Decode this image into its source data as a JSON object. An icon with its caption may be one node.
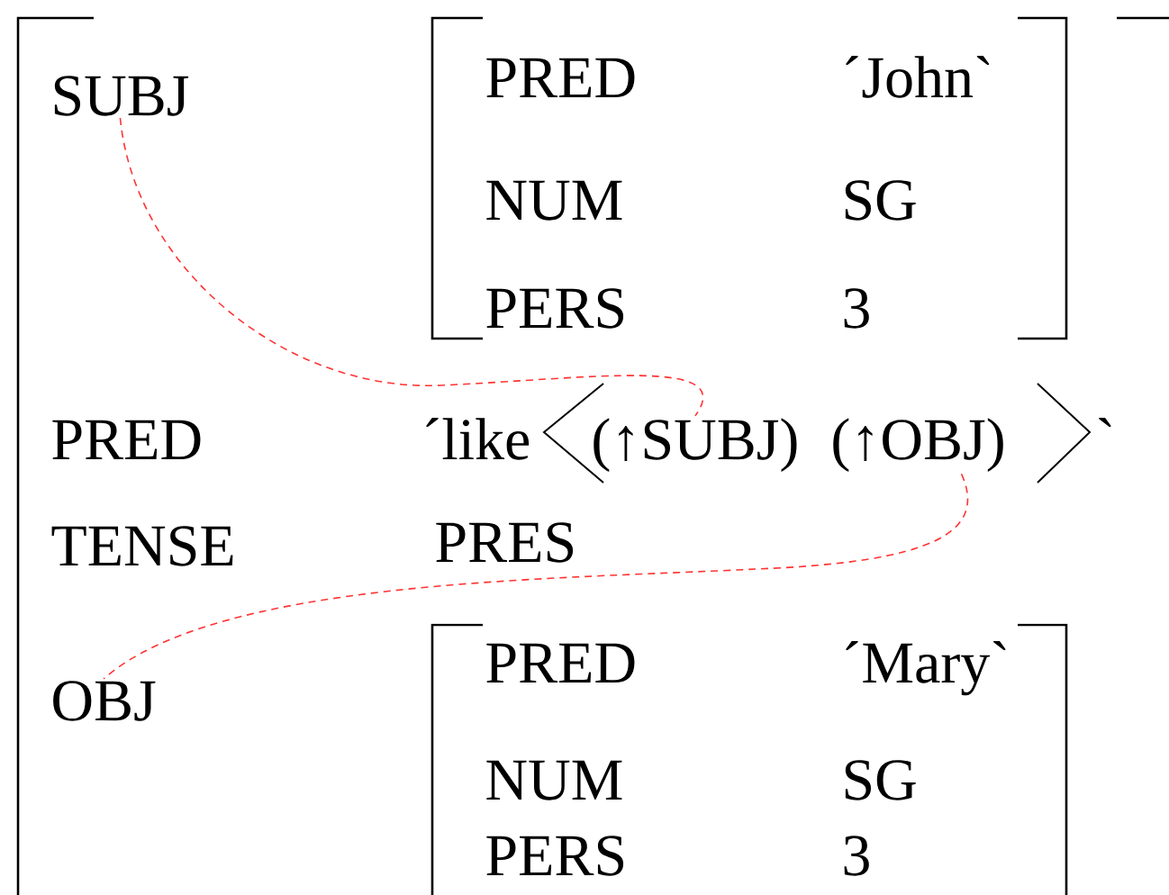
{
  "diagram": {
    "nodes": [
      {
        "text": [
          "SUBJ"
        ]
      },
      {
        "text": [
          "(↑SUBJ)"
        ]
      },
      {
        "text": [
          "(↑OBJ)"
        ]
      },
      {
        "text": [
          "OBJ"
        ]
      }
    ],
    "edges": [
      {
        "from": 0,
        "to": 1,
        "arrow": "none",
        "style": "dashed",
        "color": "#ff3333"
      },
      {
        "from": 2,
        "to": 3,
        "arrow": "none",
        "style": "dashed",
        "color": "#ff3333"
      }
    ],
    "labels": [
      "PRED",
      "´John`",
      "NUM",
      "SG",
      "PERS",
      "3",
      "PRED",
      "´like",
      "`",
      "TENSE",
      "PRES",
      "PRED",
      "´Mary`",
      "NUM",
      "SG",
      "PERS",
      "3"
    ]
  }
}
